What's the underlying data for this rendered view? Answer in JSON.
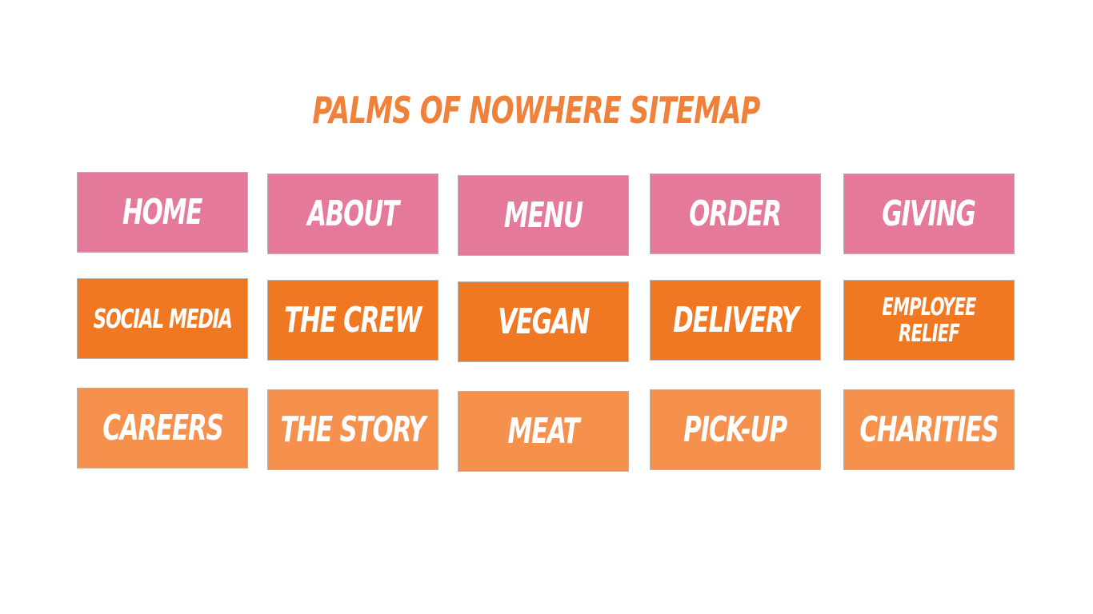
{
  "title": "PALMS OF NOWHERE SITEMAP",
  "colors": {
    "title": "#f0813a",
    "row1": "#e4799a",
    "row2": "#f07823",
    "row3": "#f5914d",
    "card_text": "#ffffff",
    "card_border": "#b4b4b4"
  },
  "cards": {
    "home": "HOME",
    "about": "ABOUT",
    "menu": "MENU",
    "order": "ORDER",
    "giving": "GIVING",
    "social_media": "SOCIAL MEDIA",
    "the_crew": "THE CREW",
    "vegan": "VEGAN",
    "delivery": "DELIVERY",
    "employee_relief": "EMPLOYEE RELIEF",
    "careers": "CAREERS",
    "the_story": "THE STORY",
    "meat": "MEAT",
    "pick_up": "PICK-UP",
    "charities": "CHARITIES"
  }
}
